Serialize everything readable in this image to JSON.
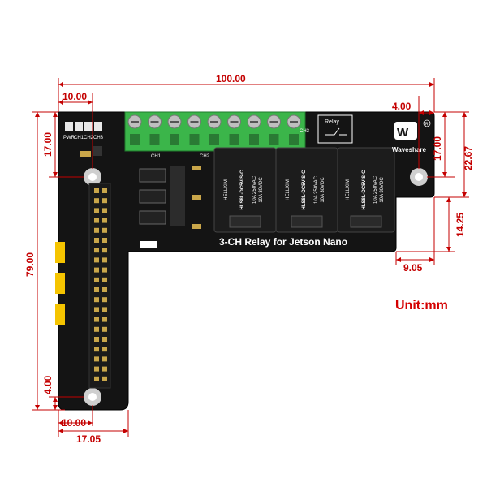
{
  "dimensions": {
    "total_width": "100.00",
    "left_width": "10.00",
    "right_offset": "4.00",
    "top_left_height": "17.00",
    "right_height_a": "17.00",
    "right_height_b": "22.67",
    "right_lower_height": "14.25",
    "right_lower_width": "9.05",
    "total_height": "79.00",
    "bottom_height": "4.00",
    "bottom_width_a": "10.00",
    "bottom_width_b": "17.05"
  },
  "board": {
    "title": "3-CH Relay for Jetson Nano",
    "brand": "Waveshare",
    "registered": "R",
    "relay_label": "Relay",
    "relay_model": "HLS8L-DC5V-S-C",
    "relay_maker": "HELLKIM",
    "relay_rating_a": "10A 250VAC",
    "relay_rating_b": "10A 30VDC",
    "ch_labels": [
      "CH1",
      "CH2",
      "CH3"
    ],
    "led_labels": [
      "PWR",
      "CH1",
      "CH2",
      "CH3"
    ]
  },
  "unit_label": "Unit:mm",
  "colors": {
    "dimension": "#c40000",
    "pcb": "#141414",
    "terminal": "#3bb54a",
    "relay": "#1c1c1c",
    "header_pins": "#c9a64a",
    "jumper": "#f5c400"
  }
}
